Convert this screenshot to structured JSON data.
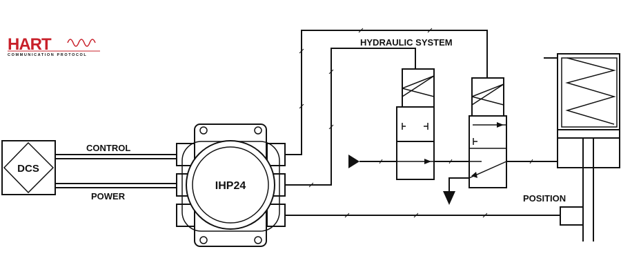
{
  "logo": {
    "brand": "HART",
    "tagline": "COMMUNICATION PROTOCOL",
    "brand_color": "#c8202a"
  },
  "labels": {
    "dcs": "DCS",
    "control": "CONTROL",
    "power": "POWER",
    "device": "IHP24",
    "hydraulic": "HYDRAULIC SYSTEM",
    "position": "POSITION"
  },
  "colors": {
    "line": "#111111",
    "background": "#ffffff"
  }
}
